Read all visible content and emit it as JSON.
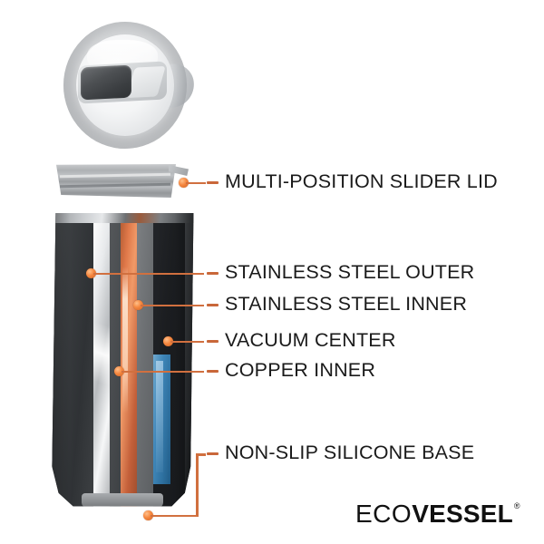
{
  "product": {
    "brand_light": "ECO",
    "brand_bold": "VESSEL",
    "trademark": "®"
  },
  "diagram": {
    "parts": [
      {
        "id": "slider-lid",
        "label": "MULTI-POSITION SLIDER LID"
      },
      {
        "id": "steel-outer",
        "label": "STAINLESS STEEL OUTER"
      },
      {
        "id": "steel-inner",
        "label": "STAINLESS STEEL INNER"
      },
      {
        "id": "vacuum",
        "label": "VACUUM CENTER"
      },
      {
        "id": "copper",
        "label": "COPPER INNER"
      },
      {
        "id": "silicone-base",
        "label": "NON-SLIP SILICONE BASE"
      }
    ],
    "components": [
      {
        "id": "lid-top-view",
        "name": "lid top view"
      },
      {
        "id": "lid-side-view",
        "name": "lid side view"
      },
      {
        "id": "tumbler-body",
        "name": "tumbler cutaway body"
      }
    ]
  },
  "colors": {
    "callout": "#c9673a",
    "leader": "#d1703f",
    "dot": "#f5873f",
    "text": "#1a1a1a",
    "background": "#ffffff",
    "copper_layer": "#e0794a",
    "steel_layer": "#e8eaec",
    "vacuum_layer": "#6b6e71",
    "inner_blue": "#3f86b8",
    "outer_dark": "#3a3d40"
  }
}
